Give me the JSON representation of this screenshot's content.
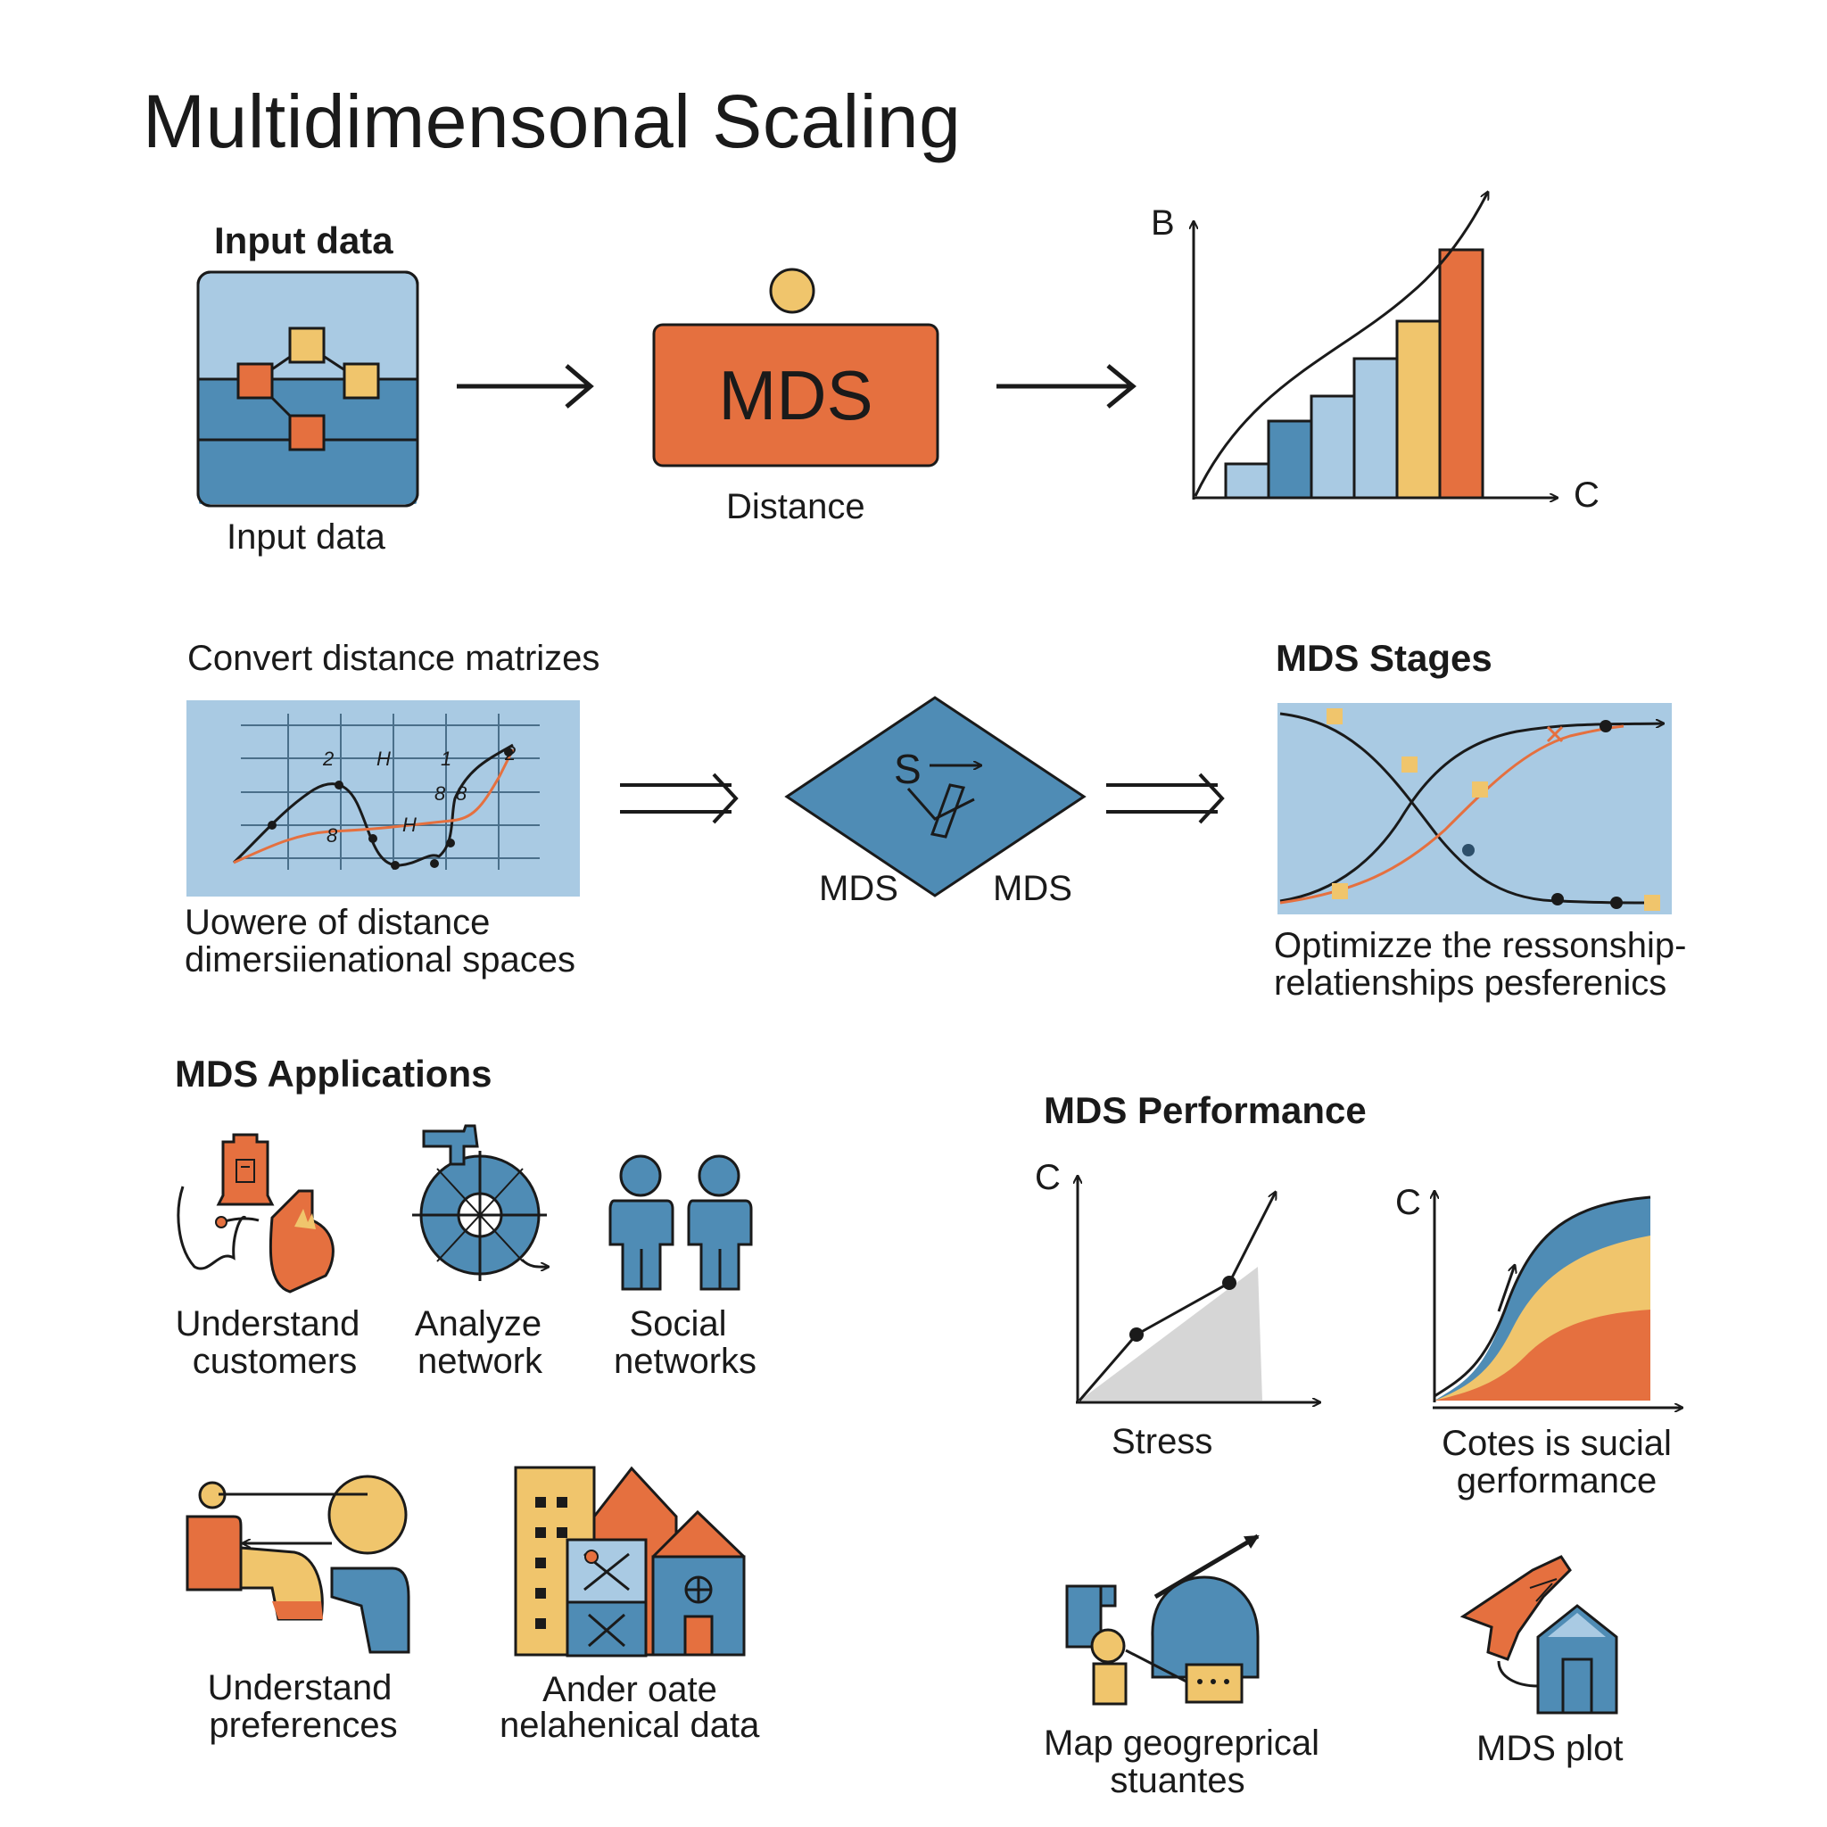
{
  "title": "Multidimensonal Scaling",
  "top_row": {
    "input_heading": "Input data",
    "input_caption": "Input data",
    "mds_box_label": "MDS",
    "mds_caption": "Distance",
    "chart_y_label": "B",
    "chart_x_label": "C"
  },
  "middle_row": {
    "convert_heading": "Convert distance matrizes",
    "convert_caption_line1": "Uowere  of distance",
    "convert_caption_line2": "dimersiienational spaces",
    "grid_labels": [
      "2",
      "H",
      "1",
      "8",
      "8",
      "H",
      "2",
      "8"
    ],
    "diamond_left": "MDS",
    "diamond_right": "MDS",
    "diamond_symbol": "S",
    "stages_heading": "MDS Stages",
    "stages_caption_line1": "Optimizze the ressonship-",
    "stages_caption_line2": "relatienships pesferenics"
  },
  "applications": {
    "heading": "MDS Applications",
    "items": [
      {
        "line1": "Understand",
        "line2": "customers"
      },
      {
        "line1": "Analyze",
        "line2": "network"
      },
      {
        "line1": "Social",
        "line2": "networks"
      },
      {
        "line1": "Understand",
        "line2": "preferences"
      },
      {
        "line1": "Ander oate",
        "line2": "nelahenical data"
      }
    ]
  },
  "performance": {
    "heading": "MDS Performance",
    "chart1_y": "C",
    "chart1_caption": "Stress",
    "chart2_y": "C",
    "chart2_caption_line1": "Cotes is sucial",
    "chart2_caption_line2": "gerformance",
    "item3_line1": "Map geogreprical",
    "item3_line2": "stuantes",
    "item4_label": "MDS plot"
  },
  "colors": {
    "blue": "#4f8cb5",
    "light_blue": "#a9cae3",
    "orange": "#e5703f",
    "yellow": "#f0c56c",
    "ink": "#1a1a1a"
  }
}
